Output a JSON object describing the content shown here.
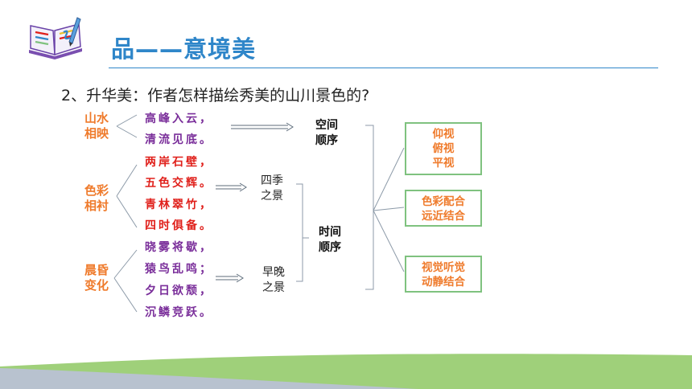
{
  "slide": {
    "title": "品——意境美",
    "question": "2、升华美：作者怎样描绘秀美的山川景色的?",
    "icon": "book-pencil-icon"
  },
  "categories": [
    {
      "line1": "山水",
      "line2": "相映"
    },
    {
      "line1": "色彩",
      "line2": "相衬"
    },
    {
      "line1": "晨昏",
      "line2": "变化"
    }
  ],
  "poem_lines": [
    "高峰入云，",
    "清流见底。",
    "两岸石壁，",
    "五色交辉。",
    "青林翠竹，",
    "四时俱备。",
    "晓雾将歇，",
    "猿鸟乱鸣；",
    "夕日欲颓，",
    "沉鳞竞跃。"
  ],
  "labels": {
    "seasons": {
      "line1": "四季",
      "line2": "之景"
    },
    "morning_evening": {
      "line1": "早晚",
      "line2": "之景"
    },
    "space_order": {
      "line1": "空间",
      "line2": "顺序"
    },
    "time_order": {
      "line1": "时间",
      "line2": "顺序"
    }
  },
  "boxes": [
    {
      "line1": "仰视",
      "line2": "俯视",
      "line3": "平视"
    },
    {
      "line1": "色彩配合",
      "line2": "远近结合"
    },
    {
      "line1": "视觉听觉",
      "line2": "动静结合"
    }
  ],
  "colors": {
    "title": "#2f86c9",
    "category": "#ef7b2c",
    "poem_purple": "#7a2e9a",
    "poem_red": "#e0201b",
    "box_border": "#7fc27f",
    "footer_green": "#9fd07a",
    "footer_gray": "#b8c2cf"
  }
}
